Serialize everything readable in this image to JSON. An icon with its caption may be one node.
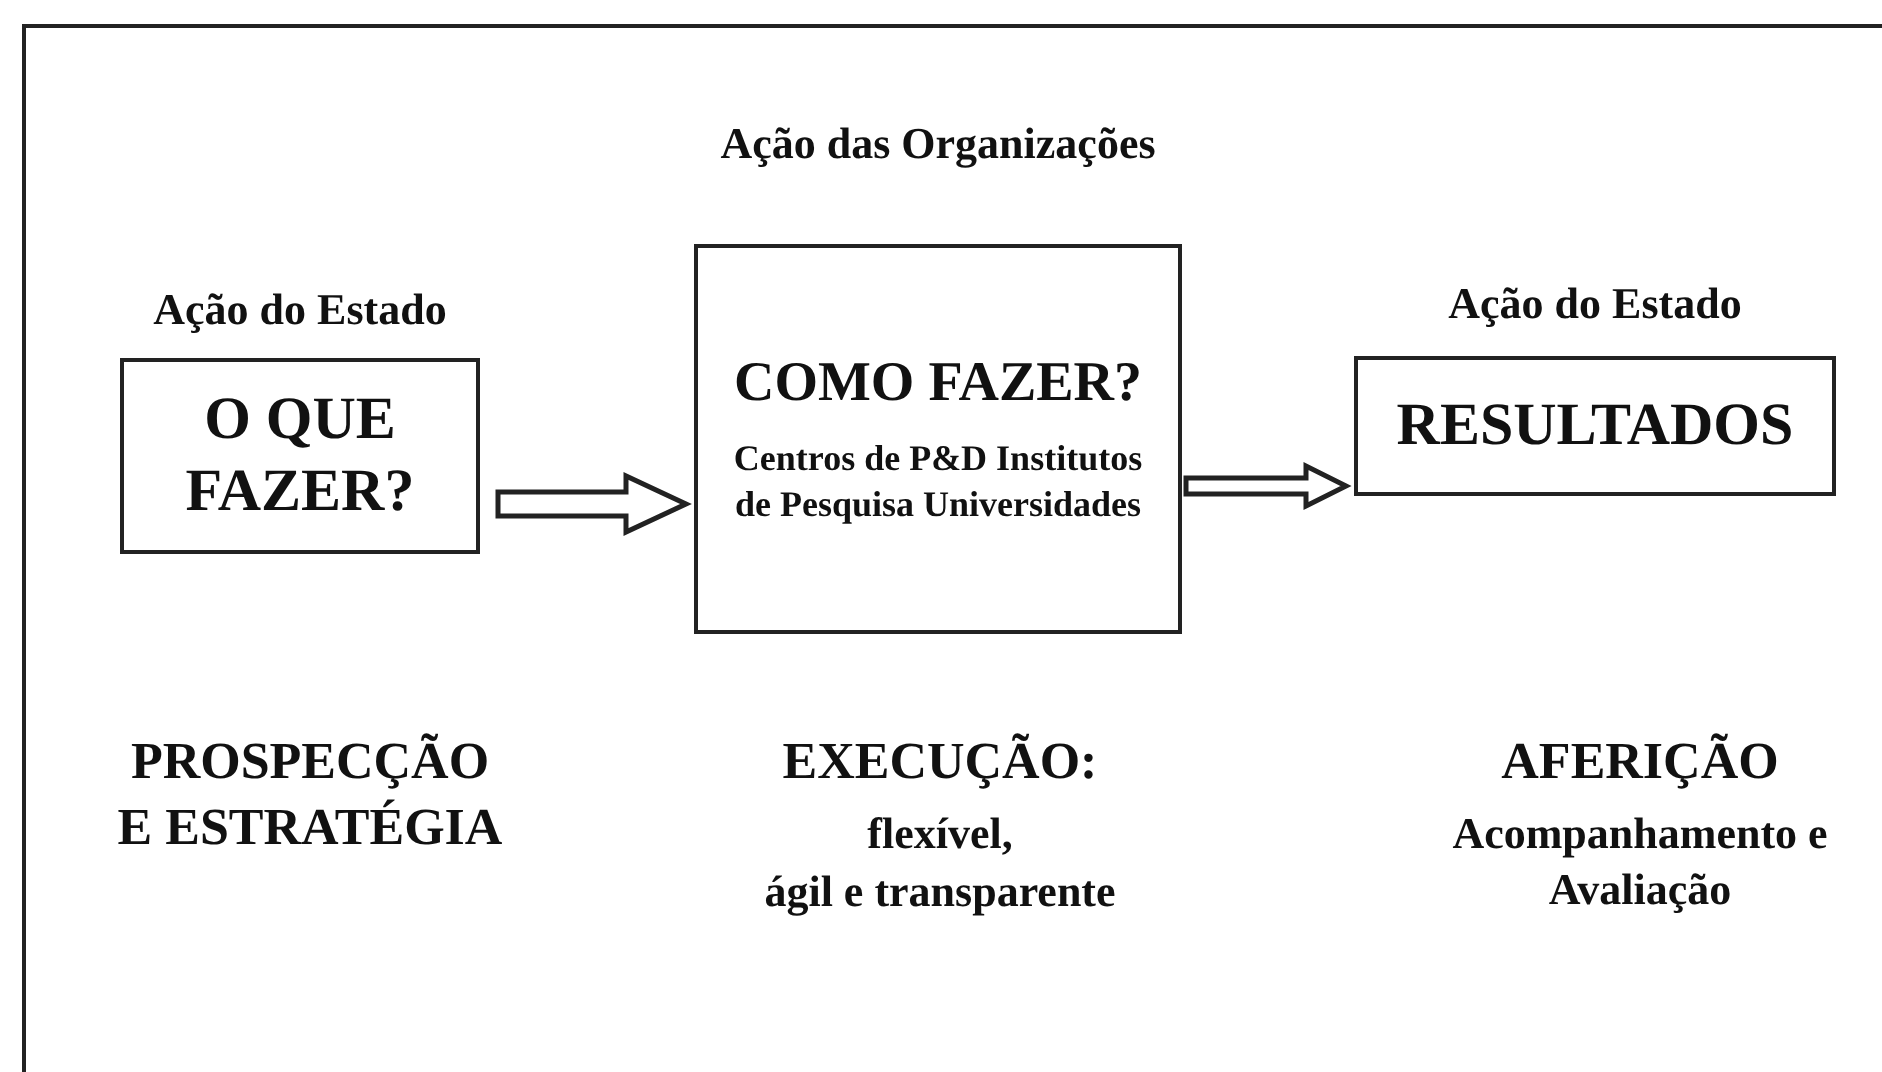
{
  "diagram": {
    "nodes": [
      {
        "text": [
          "Ação do Estado",
          "O QUE FAZER?"
        ]
      },
      {
        "text": [
          "Ação das Organizações",
          "COMO FAZER?",
          "Centros de P&D Institutos de Pesquisa Universidades"
        ]
      },
      {
        "text": [
          "Ação do Estado",
          "RESULTADOS"
        ]
      }
    ],
    "edges": [
      {
        "from": 0,
        "to": 1,
        "arrow": "to"
      },
      {
        "from": 1,
        "to": 2,
        "arrow": "to"
      }
    ],
    "labels": [
      "PROSPECÇÃO E ESTRATÉGIA",
      "EXECUÇÃO:",
      "flexível,",
      "ágil e transparente",
      "AFERIÇÃO",
      "Acompanhamento e Avaliação"
    ]
  }
}
